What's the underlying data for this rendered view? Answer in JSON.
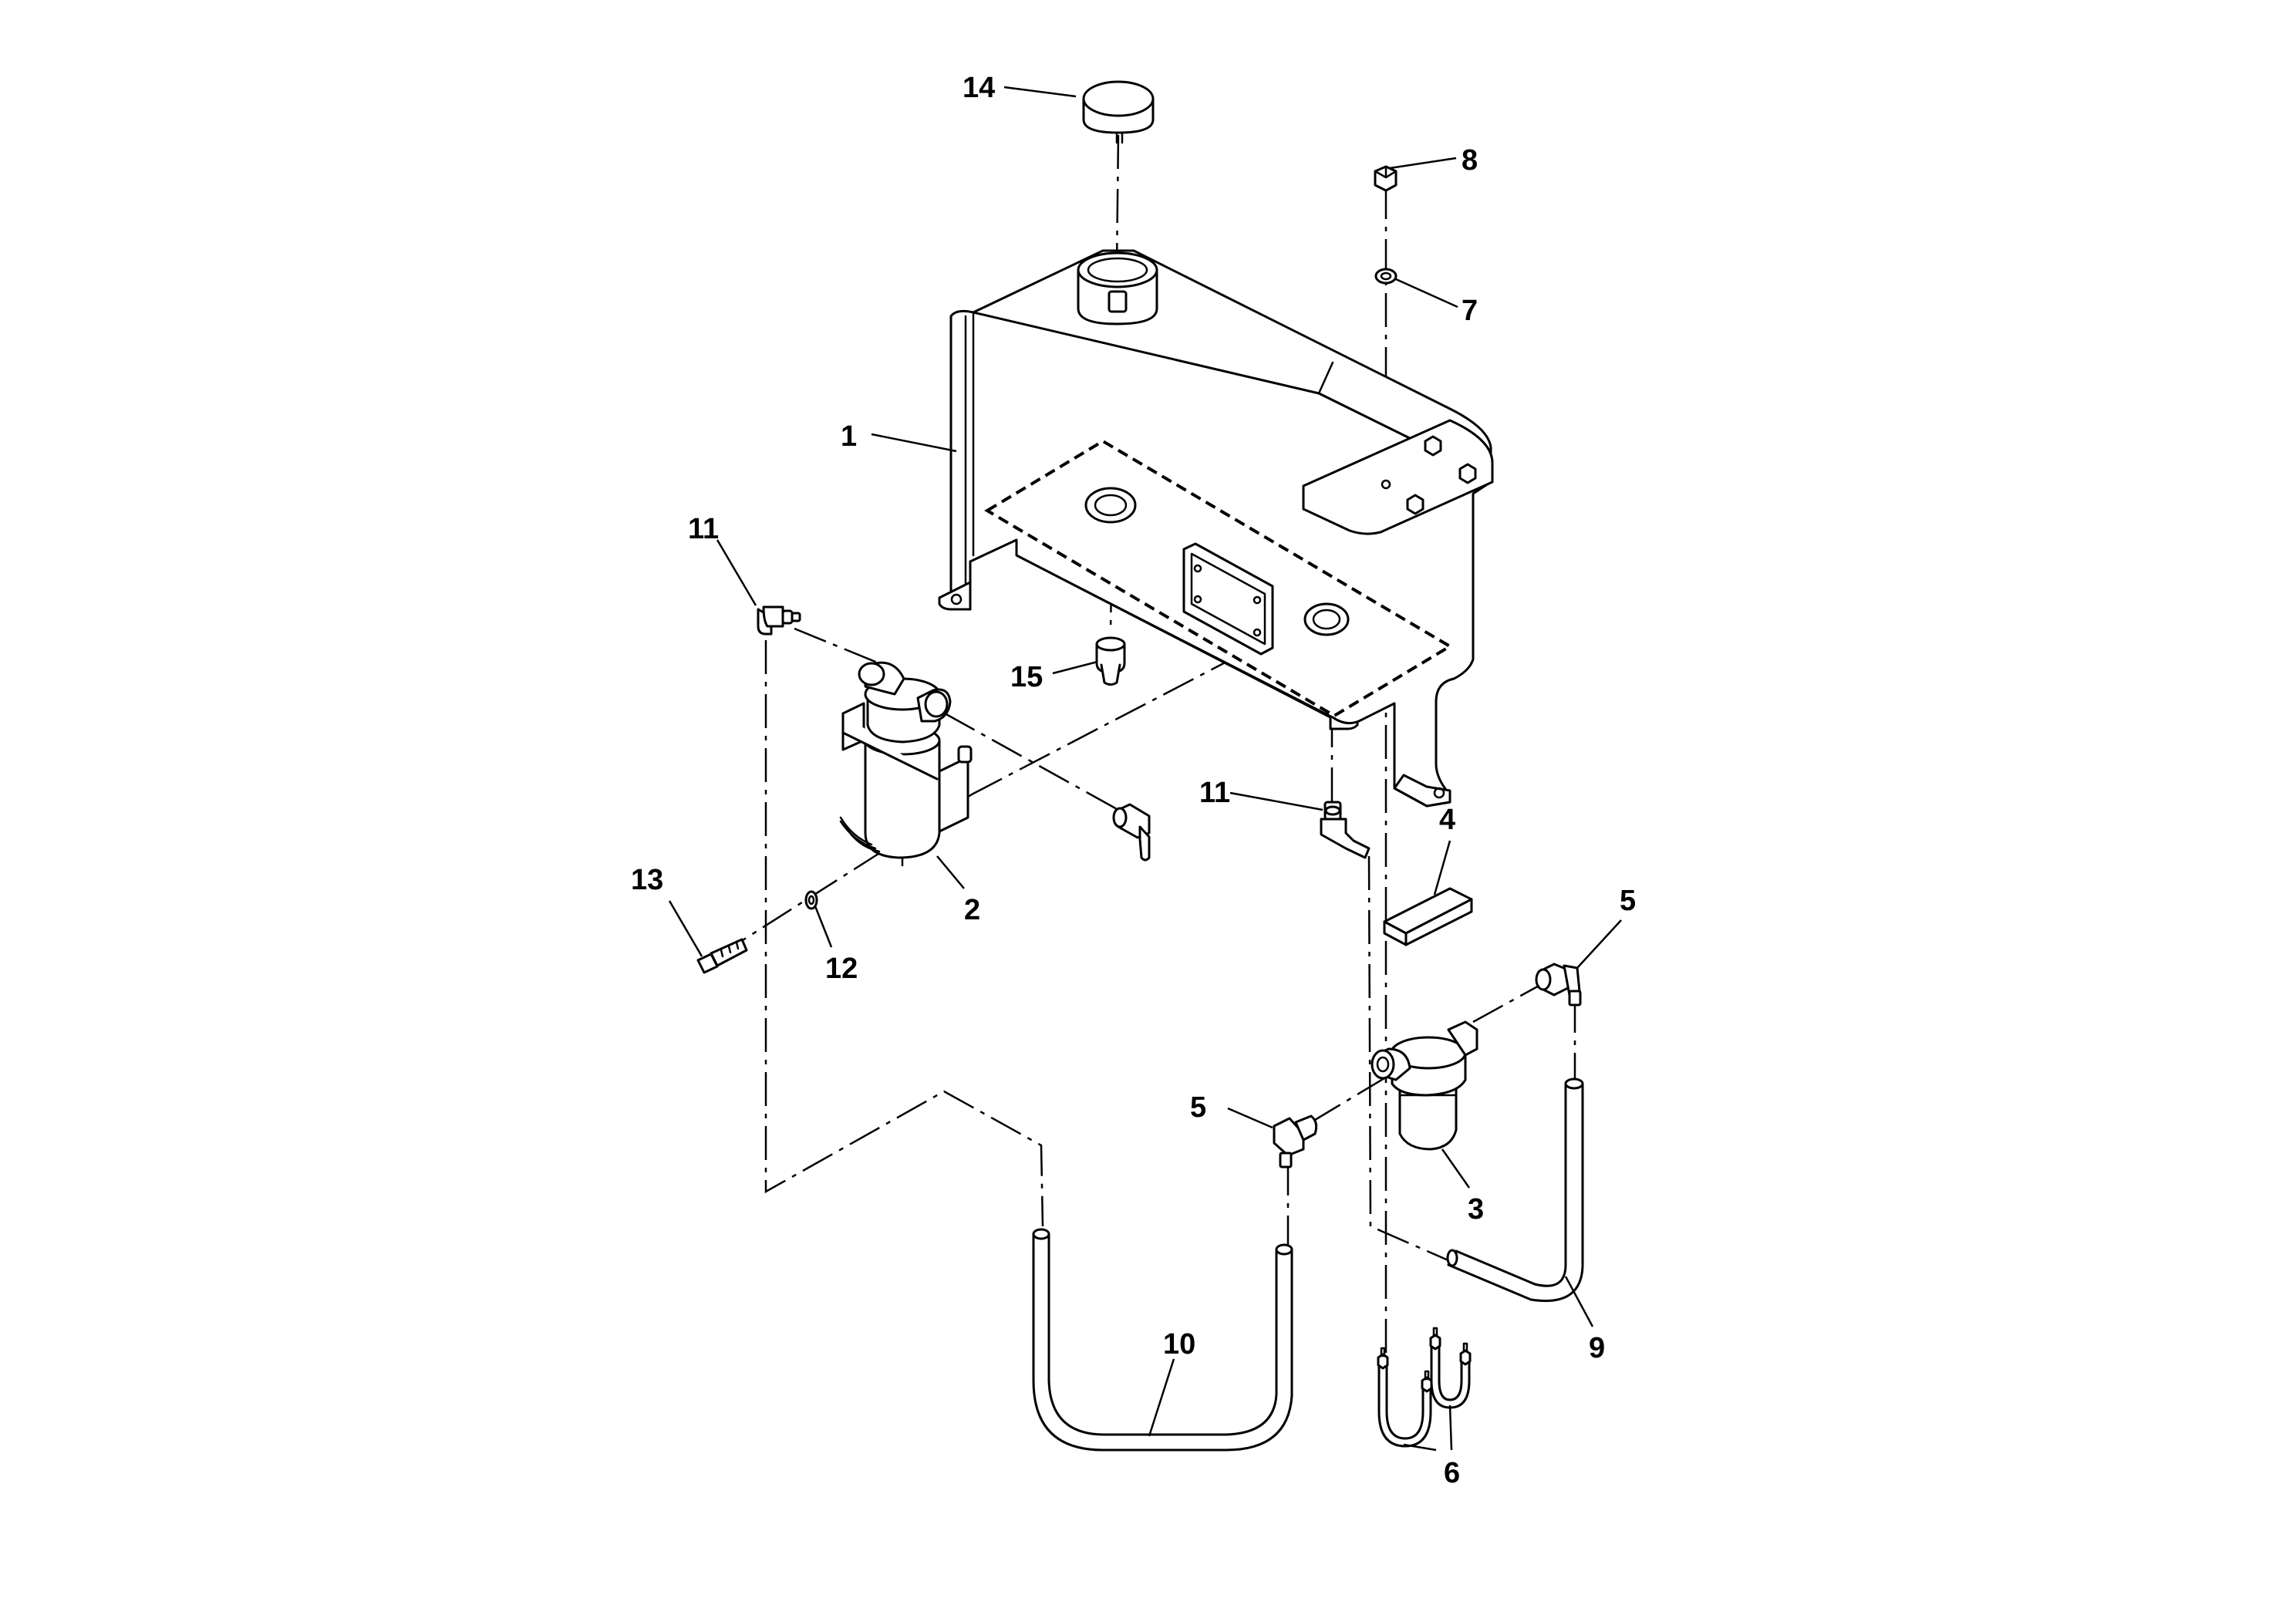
{
  "diagram": {
    "callouts": {
      "c1": "1",
      "c2": "2",
      "c3": "3",
      "c4": "4",
      "c5a": "5",
      "c5b": "5",
      "c6": "6",
      "c7": "7",
      "c8": "8",
      "c9": "9",
      "c10": "10",
      "c11a": "11",
      "c11b": "11",
      "c12": "12",
      "c13": "13",
      "c14": "14",
      "c15": "15"
    }
  }
}
